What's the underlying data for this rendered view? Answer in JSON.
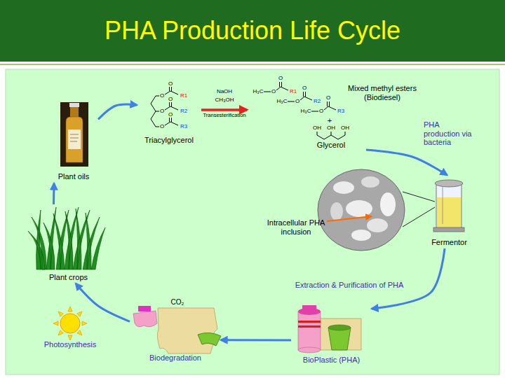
{
  "diagram": {
    "title": "PHA Production Life Cycle",
    "nodes": [
      {
        "text": [
          "Plant oils"
        ]
      },
      {
        "text": [
          "Triacylglycerol"
        ]
      },
      {
        "text": [
          "Mixed methyl esters (Biodiesel)",
          "Glycerol"
        ]
      },
      {
        "text": [
          "Fermentor"
        ]
      },
      {
        "text": [
          "BioPlastic (PHA)"
        ]
      },
      {
        "text": [
          "Biodegradation"
        ]
      },
      {
        "text": [
          "Plant crops"
        ]
      }
    ],
    "edges": [
      {
        "from": 0,
        "to": 1,
        "arrow": "to"
      },
      {
        "from": 1,
        "to": 2,
        "label": "Transesterification",
        "arrow": "to"
      },
      {
        "from": 2,
        "to": 3,
        "label": "PHA production via bacteria",
        "arrow": "to"
      },
      {
        "from": 3,
        "to": 4,
        "label": "Extraction & Purification of PHA",
        "arrow": "to"
      },
      {
        "from": 4,
        "to": 5,
        "arrow": "to"
      },
      {
        "from": 5,
        "to": 6,
        "arrow": "to"
      },
      {
        "from": 6,
        "to": 0,
        "arrow": "to"
      }
    ],
    "labels": [
      "O",
      "O",
      "R1",
      "O",
      "O",
      "R2",
      "O",
      "O",
      "R3",
      "NaOH",
      "CH₃OH",
      "O",
      "H₃C",
      "O",
      "R1",
      "O",
      "H₃C",
      "O",
      "R2",
      "O",
      "H₃C",
      "O",
      "R3",
      "+",
      "OH",
      "OH",
      "OH",
      "Intracellular PHA inclusion",
      "CO₂",
      "Photosynthesis"
    ]
  }
}
